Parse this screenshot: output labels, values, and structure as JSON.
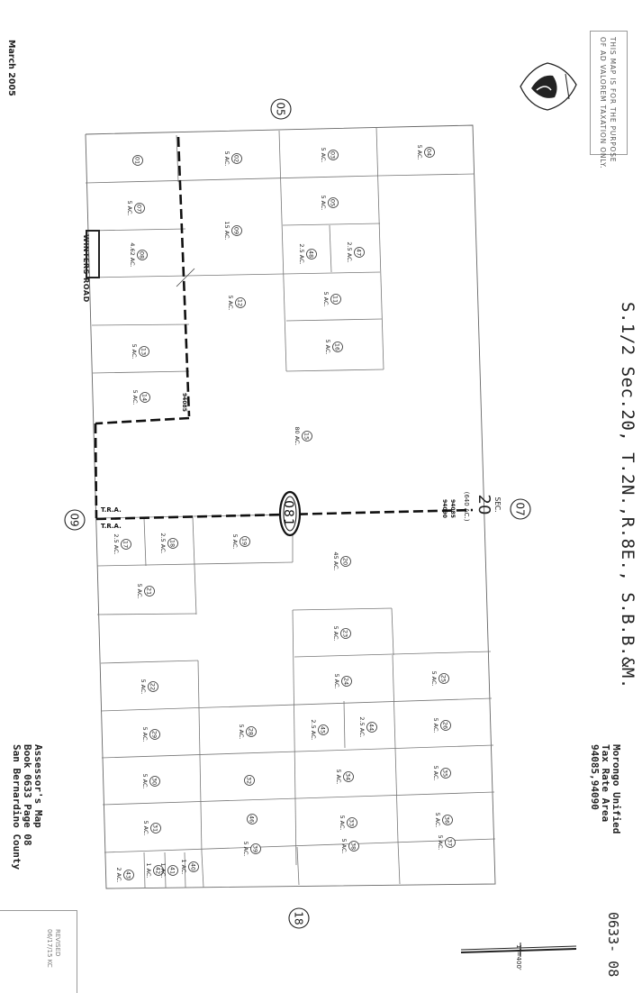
{
  "header": {
    "date": "March 2005",
    "disclaimer_line1": "THIS MAP IS FOR THE PURPOSE",
    "disclaimer_line2": "OF AD VALOREM TAXATION ONLY."
  },
  "title": "S.1/2 Sec.20, T.2N.,R.8E., S.B.B.&M.",
  "tax_rate": {
    "line1": "Morongo Unified",
    "line2": "Tax Rate Area",
    "line3": "94085,94090"
  },
  "book_page": "0633- 08",
  "assessor": {
    "line1": "Assessor's Map",
    "line2": "Book 0633 Page 08",
    "line3": "San Bernardino County"
  },
  "scale_label": "1\"=400'",
  "revised": {
    "line1": "REVISED",
    "line2": "06/17/15 KC"
  },
  "road_name": "WINTERS ROAD",
  "section": {
    "prefix": "SEC.",
    "number": "20",
    "area": "(640 AC.)"
  },
  "book_oval": "081",
  "adjacent_pages": [
    "05",
    "07",
    "09",
    "18"
  ],
  "tra": [
    "T.R.A.",
    "T.R.A."
  ],
  "tra_codes": [
    "94085",
    "94090",
    "94085"
  ],
  "parcels": [
    {
      "num": "01",
      "area": ""
    },
    {
      "num": "02",
      "area": "5 AC."
    },
    {
      "num": "03",
      "area": "5 AC."
    },
    {
      "num": "04",
      "area": "5 AC."
    },
    {
      "num": "05",
      "area": "5 AC."
    },
    {
      "num": "07",
      "area": "5 AC."
    },
    {
      "num": "08",
      "area": "4.62 AC."
    },
    {
      "num": "09",
      "area": "15 AC."
    },
    {
      "num": "47",
      "area": "2.5 AC."
    },
    {
      "num": "48",
      "area": "2.5 AC."
    },
    {
      "num": "11",
      "area": "5 AC."
    },
    {
      "num": "12",
      "area": "5 AC."
    },
    {
      "num": "16",
      "area": "5 AC."
    },
    {
      "num": "13",
      "area": "5 AC."
    },
    {
      "num": "14",
      "area": "5 AC."
    },
    {
      "num": "15",
      "area": "80 AC."
    },
    {
      "num": "17",
      "area": "2.5 AC."
    },
    {
      "num": "18",
      "area": "2.5 AC."
    },
    {
      "num": "19",
      "area": "5 AC."
    },
    {
      "num": "20",
      "area": "45 AC."
    },
    {
      "num": "21",
      "area": "5 AC."
    },
    {
      "num": "23",
      "area": "5 AC."
    },
    {
      "num": "22",
      "area": "5 AC."
    },
    {
      "num": "24",
      "area": "5 AC."
    },
    {
      "num": "25",
      "area": "5 AC."
    },
    {
      "num": "29",
      "area": "5 AC."
    },
    {
      "num": "28",
      "area": "5 AC."
    },
    {
      "num": "45",
      "area": "2.5 AC."
    },
    {
      "num": "44",
      "area": "2.5 AC."
    },
    {
      "num": "26",
      "area": "5 AC."
    },
    {
      "num": "30",
      "area": "5 AC."
    },
    {
      "num": "32",
      "area": ""
    },
    {
      "num": "34",
      "area": "5 AC."
    },
    {
      "num": "35",
      "area": "5 AC."
    },
    {
      "num": "31",
      "area": "5 AC."
    },
    {
      "num": "46",
      "area": ""
    },
    {
      "num": "33",
      "area": "5 AC."
    },
    {
      "num": "36",
      "area": "5 AC."
    },
    {
      "num": "43",
      "area": "2 AC."
    },
    {
      "num": "42",
      "area": "1 AC."
    },
    {
      "num": "41",
      "area": "1 AC."
    },
    {
      "num": "40",
      "area": "1 AC."
    },
    {
      "num": "39",
      "area": "5 AC."
    },
    {
      "num": "38",
      "area": "5 AC."
    },
    {
      "num": "37",
      "area": "5 AC."
    }
  ]
}
